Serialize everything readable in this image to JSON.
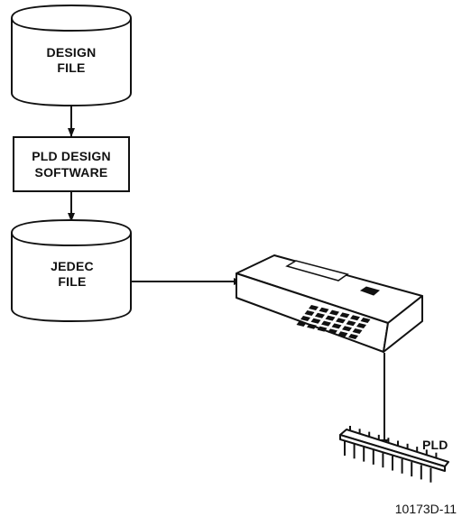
{
  "diagram": {
    "nodes": {
      "design_file": {
        "line1": "DESIGN",
        "line2": "FILE"
      },
      "pld_software": {
        "line1": "PLD DESIGN",
        "line2": "SOFTWARE"
      },
      "jedec_file": {
        "line1": "JEDEC",
        "line2": "FILE"
      },
      "programmer": {},
      "pld_chip": {
        "label": "PLD"
      }
    },
    "figure_id": "10173D-11",
    "colors": {
      "ink": "#111111",
      "background": "#ffffff"
    }
  }
}
